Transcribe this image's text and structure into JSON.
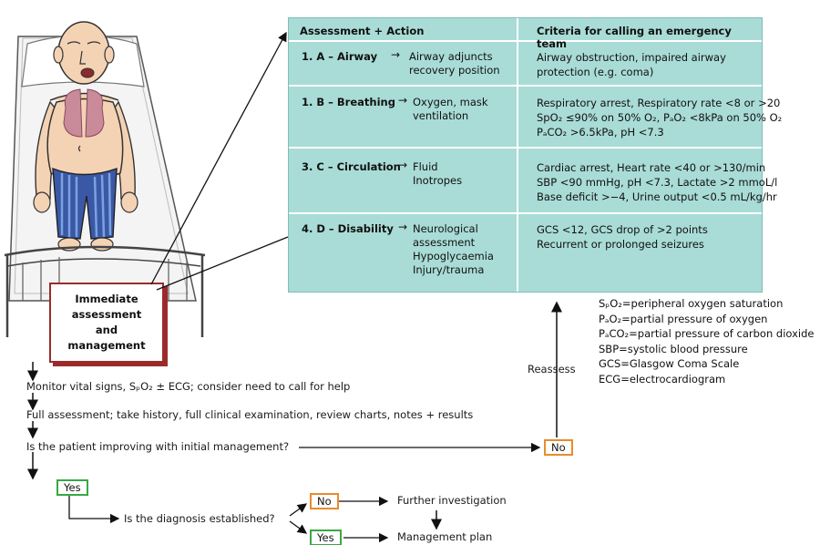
{
  "assessment_box": {
    "lines": [
      "Immediate",
      "assessment",
      "and",
      "management"
    ]
  },
  "table": {
    "headers": {
      "left": "Assessment + Action",
      "right": "Criteria for calling an emergency team"
    },
    "rows": [
      {
        "step": "1. A – Airway",
        "action": "Airway adjuncts recovery position",
        "criteria": [
          "Airway obstruction, impaired airway",
          "protection (e.g. coma)"
        ]
      },
      {
        "step": "1. B – Breathing",
        "action": "Oxygen, mask ventilation",
        "criteria": [
          "Respiratory arrest,  Respiratory rate <8 or >20",
          "SpO₂ ≤90% on 50% O₂, PₐO₂ <8kPa on 50% O₂",
          "PₐCO₂ >6.5kPa, pH <7.3"
        ]
      },
      {
        "step": "3. C – Circulation",
        "action": "Fluid Inotropes",
        "criteria": [
          "Cardiac arrest, Heart rate <40 or >130/min",
          "SBP <90 mmHg, pH <7.3, Lactate >2 mmoL/l",
          "Base deficit >−4, Urine output <0.5 mL/kg/hr"
        ]
      },
      {
        "step": "4. D – Disability",
        "action": "Neurological assessment Hypoglycaemia Injury/trauma",
        "criteria": [
          "GCS <12,  GCS drop of >2 points",
          "Recurrent or prolonged seizures"
        ]
      }
    ]
  },
  "legend": [
    "SₚO₂=peripheral oxygen saturation",
    "PₐO₂=partial pressure of oxygen",
    "PₐCO₂=partial pressure of carbon dioxide",
    "SBP=systolic blood pressure",
    "GCS=Glasgow Coma Scale",
    "ECG=electrocardiogram"
  ],
  "flow": {
    "monitor": "Monitor vital signs, SₚO₂ ± ECG; consider need to call for help",
    "full_assessment": "Full assessment; take history, full clinical examination, review charts, notes + results",
    "improving_q": "Is the patient improving with initial management?",
    "no": "No",
    "yes": "Yes",
    "reassess": "Reassess",
    "diagnosis_q": "Is the diagnosis established?",
    "further_investigation": "Further investigation",
    "management_plan": "Management plan"
  },
  "colors": {
    "table_bg": "#a9dcd6",
    "box_border": "#9b2b2b",
    "no_border": "#e98b2c",
    "yes_border": "#39a845"
  }
}
